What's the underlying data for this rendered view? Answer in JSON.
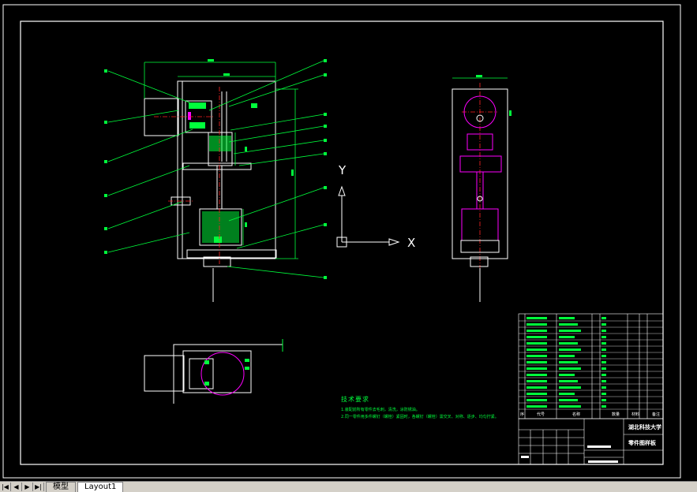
{
  "ucs": {
    "x_label": "X",
    "y_label": "Y"
  },
  "technical_requirements": {
    "title": "技术要求",
    "line1": "1.装配前所有零件去毛刺，清洗，涂防锈油。",
    "line2": "2.同一零件用多件螺钉（螺栓）紧固时，各螺钉（螺栓）需交叉、对称、逐步、均匀拧紧。"
  },
  "title_block": {
    "school": "湖北科技大学",
    "drawing_name": "零件图样板",
    "headers": [
      "序",
      "代号",
      "名称",
      "数量",
      "材料",
      "备注"
    ]
  },
  "tabs": {
    "nav": [
      "|◀",
      "◀",
      "▶",
      "▶|"
    ],
    "model": "模型",
    "layout": "Layout1"
  },
  "colors": {
    "background": "#000000",
    "frame": "#ffffff",
    "dimension": "#00ff3c",
    "hidden": "#ff0000",
    "magenta": "#ff00ff"
  }
}
